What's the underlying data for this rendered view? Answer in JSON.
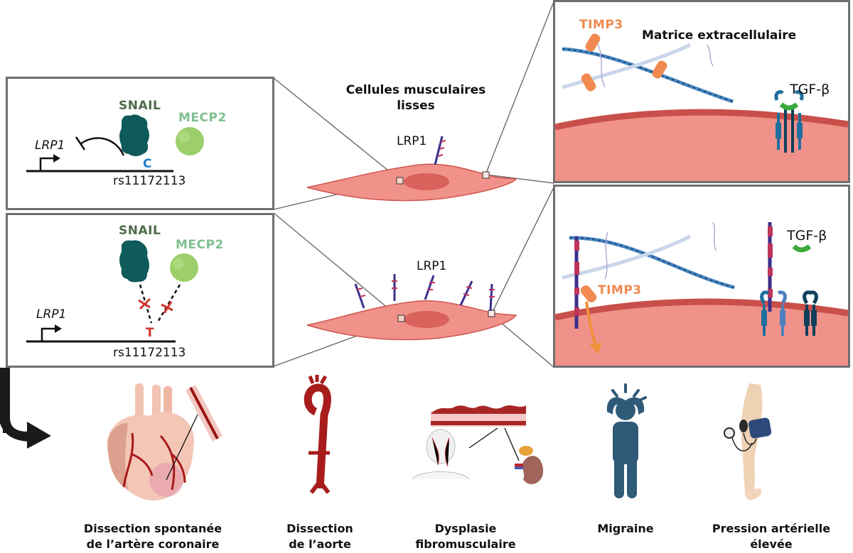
{
  "figure": {
    "center_title": "Cellules musculaires lisses",
    "center_title_line1": "Cellules musculaires",
    "center_title_line2": "lisses",
    "cell_top_label": "LRP1",
    "cell_bottom_label": "LRP1"
  },
  "panel_top_left": {
    "gene_label": "LRP1",
    "protein1": "SNAIL",
    "protein2": "MECP2",
    "allele": "C",
    "snp": "rs11172113"
  },
  "panel_bottom_left": {
    "gene_label": "LRP1",
    "protein1": "SNAIL",
    "protein2": "MECP2",
    "allele": "T",
    "snp": "rs11172113"
  },
  "panel_top_right": {
    "title": "Matrice extracellulaire",
    "timp_label": "TIMP3",
    "tgf_label": "TGF-β"
  },
  "panel_bottom_right": {
    "timp_label": "TIMP3",
    "tgf_label": "TGF-β"
  },
  "outcomes": [
    {
      "line1": "Dissection spontanée",
      "line2": "de l’artère coronaire"
    },
    {
      "line1": "Dissection",
      "line2": "de l’aorte"
    },
    {
      "line1": "Dysplasie",
      "line2": "fibromusculaire"
    },
    {
      "line1": "Migraine",
      "line2": ""
    },
    {
      "line1": "Pression artérielle",
      "line2": "élevée"
    }
  ],
  "colors": {
    "snail": "#0f5a5a",
    "snail_label": "#4f6b4a",
    "mecp2": "#9ccf6a",
    "mecp2_label": "#7fbf8f",
    "allele_c": "#1e7bc6",
    "allele_t": "#d0342c",
    "timp3": "#f08a50",
    "cell": "#f0928a",
    "membrane": "#d0554f",
    "panel_border": "#6f6f6f"
  }
}
